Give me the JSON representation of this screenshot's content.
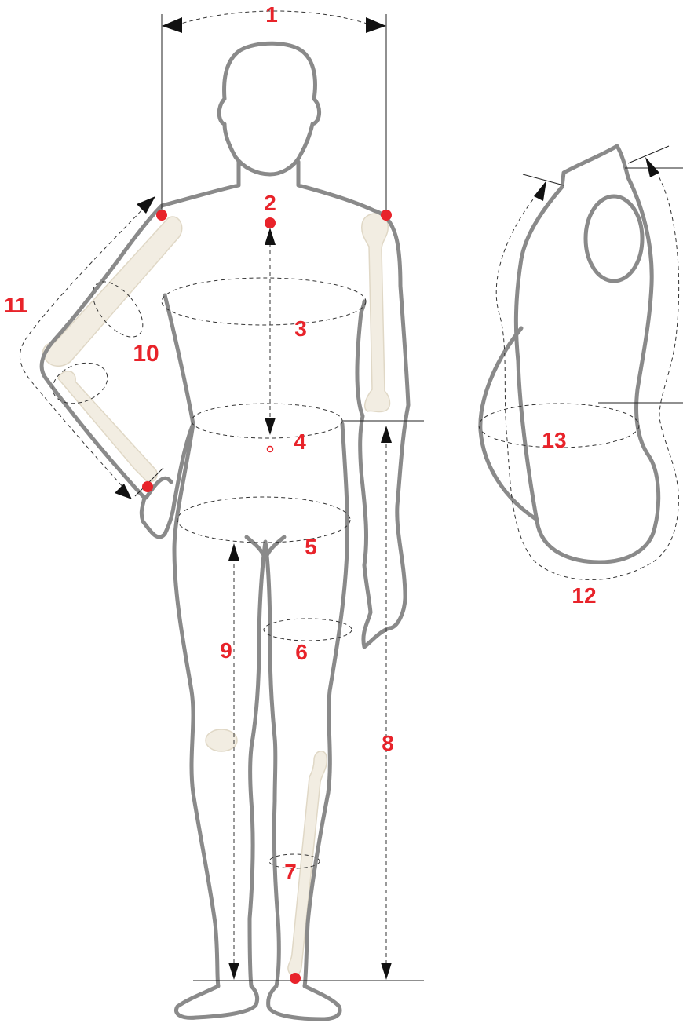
{
  "labels": {
    "m1": "1",
    "m2": "2",
    "m3": "3",
    "m4": "4",
    "m5": "5",
    "m6": "6",
    "m7": "7",
    "m8": "8",
    "m9": "9",
    "m10": "10",
    "m11": "11",
    "m12": "12",
    "m13": "13"
  },
  "colors": {
    "accent": "#e8232a",
    "outline": "#8a8a8a",
    "bone": "#f2ede2",
    "guide": "#333333"
  }
}
